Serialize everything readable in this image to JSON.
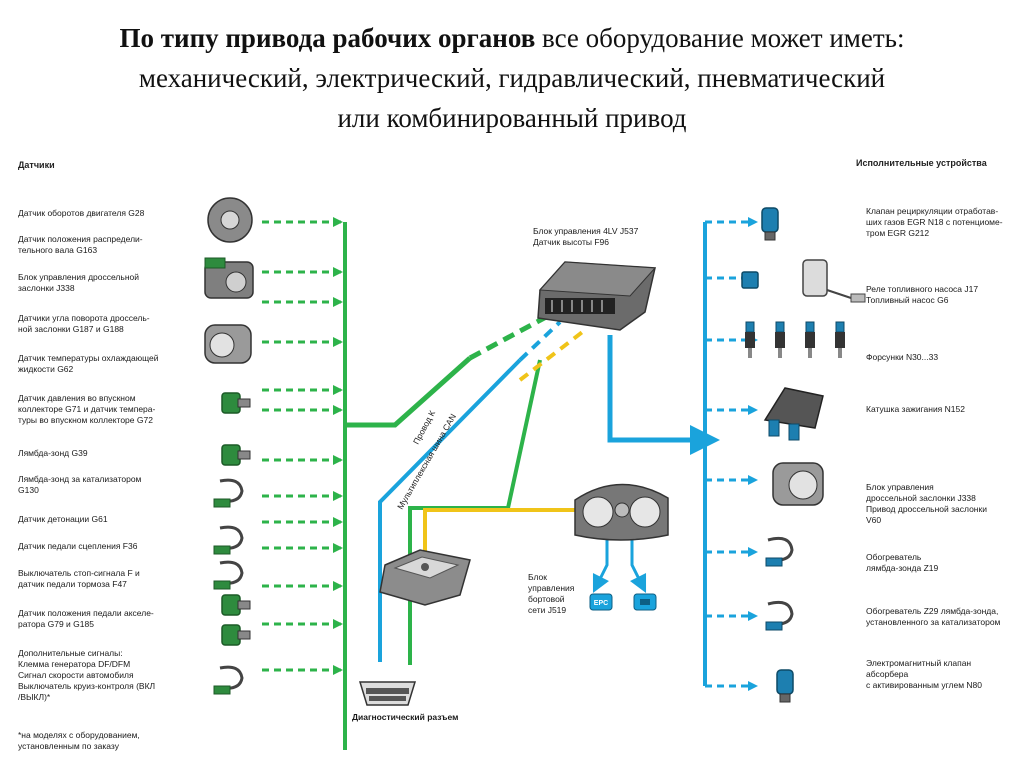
{
  "title": {
    "bold": "По типу привода рабочих органов",
    "rest": " все оборудование может иметь:",
    "line2": "механический, электрический, гидравлический, пневматический",
    "line3": "или комбинированный привод"
  },
  "sensors_header": "Датчики",
  "actuators_header": "Исполнительные устройства",
  "sensors": [
    [
      "Датчик оборотов двигателя G28"
    ],
    [
      "Датчик положения распредели-",
      "тельного вала G163"
    ],
    [
      "Блок управления дроссельной",
      "заслонки J338"
    ],
    [
      "Датчики угла поворота дроссель-",
      "ной заслонки G187 и G188"
    ],
    [
      "Датчик температуры охлаждающей",
      "жидкости G62"
    ],
    [
      "Датчик давления во впускном",
      "коллекторе G71 и датчик темпера-",
      "туры во впускном коллекторе G72"
    ],
    [
      "Лямбда-зонд G39"
    ],
    [
      "Лямбда-зонд за катализатором",
      "G130"
    ],
    [
      "Датчик детонации G61"
    ],
    [
      "Датчик педали сцепления F36"
    ],
    [
      "Выключатель стоп-сигнала F и",
      "датчик педали тормоза F47"
    ],
    [
      "Датчик положения педали акселе-",
      "ратора G79 и G185"
    ],
    [
      "Дополнительные сигналы:",
      "Клемма генератора DF/DFM",
      "Сигнал скорости автомобиля",
      "Выключатель круиз-контроля (ВКЛ",
      "/ВЫКЛ)*"
    ],
    [
      "*на моделях с оборудованием,",
      "установленным по заказу"
    ]
  ],
  "ecu_label": [
    "Блок управления 4LV J537",
    "Датчик высоты F96"
  ],
  "wire_k": "Провод К",
  "can_bus": "Мультиплексная шина CAN",
  "cluster_label": [
    "Блок",
    "управления",
    "бортовой",
    "сети J519"
  ],
  "epc_label": "EPC",
  "diag_label": "Диагностический разъем",
  "actuators": [
    [
      "Клапан рециркуляции отработав-",
      "ших газов EGR N18 с потенциоме-",
      "тром EGR G212"
    ],
    [
      "Реле топливного насоса J17",
      "Топливный насос G6"
    ],
    [
      "Форсунки N30...33"
    ],
    [
      "Катушка зажигания N152"
    ],
    [
      "Блок управления",
      "дроссельной заслонки J338",
      "Привод дроссельной заслонки",
      "V60"
    ],
    [
      "Обогреватель",
      "лямбда-зонда Z19"
    ],
    [
      "Обогреватель Z29 лямбда-зонда,",
      "установленного за катализатором"
    ],
    [
      "Электромагнитный клапан",
      "абсорбера",
      "с активированным углем N80"
    ]
  ],
  "colors": {
    "green": "#2db34a",
    "blue": "#1aa3dc",
    "yellow": "#f0c419",
    "ecu_gray": "#555555"
  }
}
